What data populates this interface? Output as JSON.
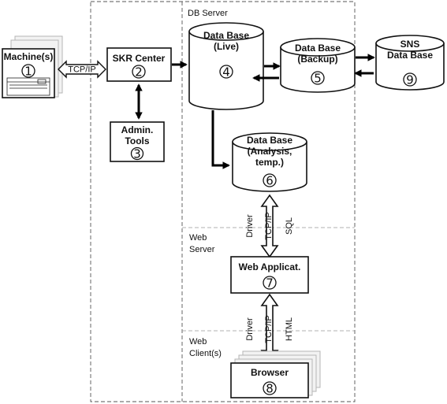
{
  "zones": {
    "db_server": "DB Server",
    "web_server": [
      "Web",
      "Server"
    ],
    "web_clients": [
      "Web",
      "Client(s)"
    ]
  },
  "nodes": {
    "machines": {
      "label": "Machine(s)",
      "num": "1"
    },
    "skr_center": {
      "label": "SKR Center",
      "num": "2"
    },
    "admin_tools": {
      "label": [
        "Admin.",
        "Tools"
      ],
      "num": "3"
    },
    "db_live": {
      "label": [
        "Data Base",
        "(Live)"
      ],
      "num": "4"
    },
    "db_backup": {
      "label": [
        "Data Base",
        "(Backup)"
      ],
      "num": "5"
    },
    "db_analysis": {
      "label": [
        "Data Base",
        "(Analysis,",
        "temp.)"
      ],
      "num": "6"
    },
    "web_app": {
      "label": "Web Applicat.",
      "num": "7"
    },
    "browser": {
      "label": "Browser",
      "num": "8"
    },
    "sns_db": {
      "label": [
        "SNS",
        "Data Base"
      ],
      "num": "9"
    }
  },
  "links": {
    "machine_skr": "TCP/IP",
    "db_web": [
      "Driver",
      "TCP/IP",
      "SQL"
    ],
    "web_browser": [
      "Driver",
      "TCP/IP",
      "HTML"
    ]
  }
}
